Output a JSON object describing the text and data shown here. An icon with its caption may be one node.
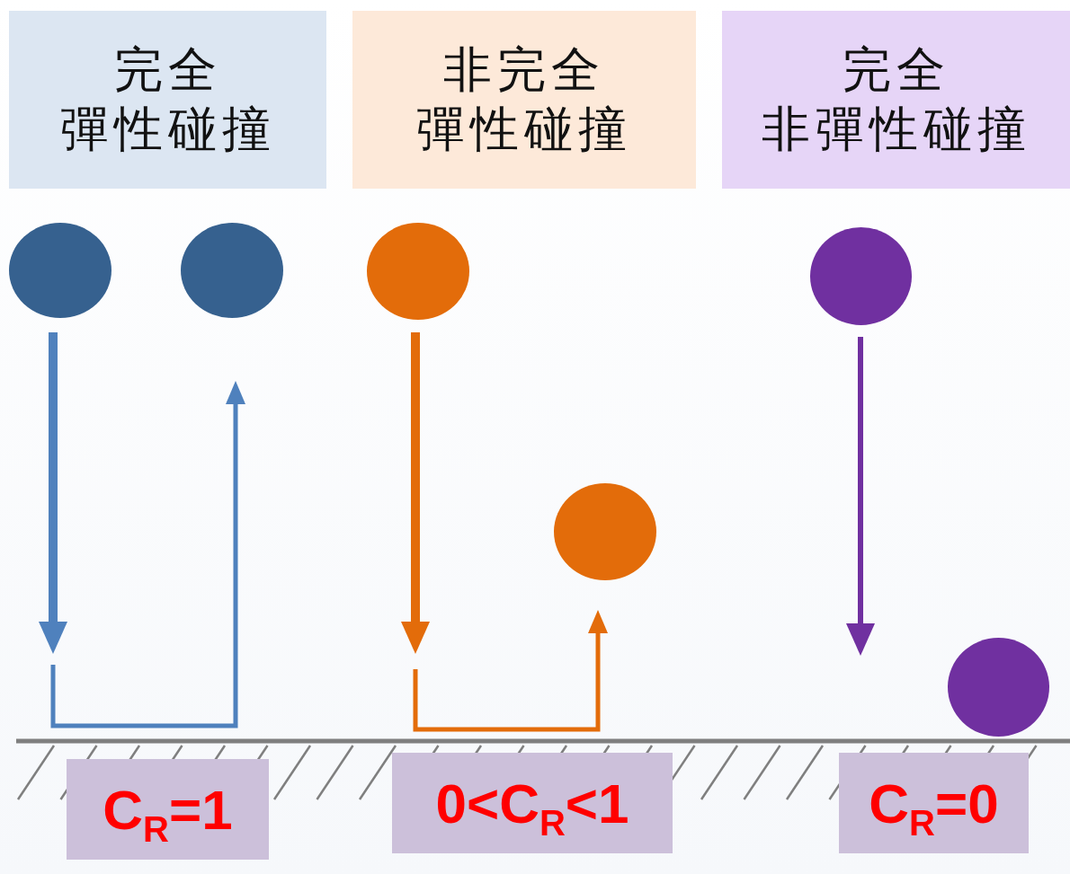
{
  "diagram": {
    "nodes": [
      {
        "text": [
          "完全",
          "彈性碰撞"
        ]
      },
      {
        "text": [
          "非完全",
          "彈性碰撞"
        ]
      },
      {
        "text": [
          "完全",
          "非彈性碰撞"
        ]
      },
      {
        "text": [],
        "shape": "circle"
      },
      {
        "text": [],
        "shape": "circle"
      },
      {
        "text": [],
        "shape": "circle"
      },
      {
        "text": [],
        "shape": "circle"
      },
      {
        "text": [],
        "shape": "circle"
      },
      {
        "text": [],
        "shape": "circle"
      },
      {
        "text": [
          "C$_{R}$=1"
        ]
      },
      {
        "text": [
          "0<C$_{R}$<1"
        ]
      },
      {
        "text": [
          "C$_{R}$=0"
        ]
      }
    ]
  }
}
